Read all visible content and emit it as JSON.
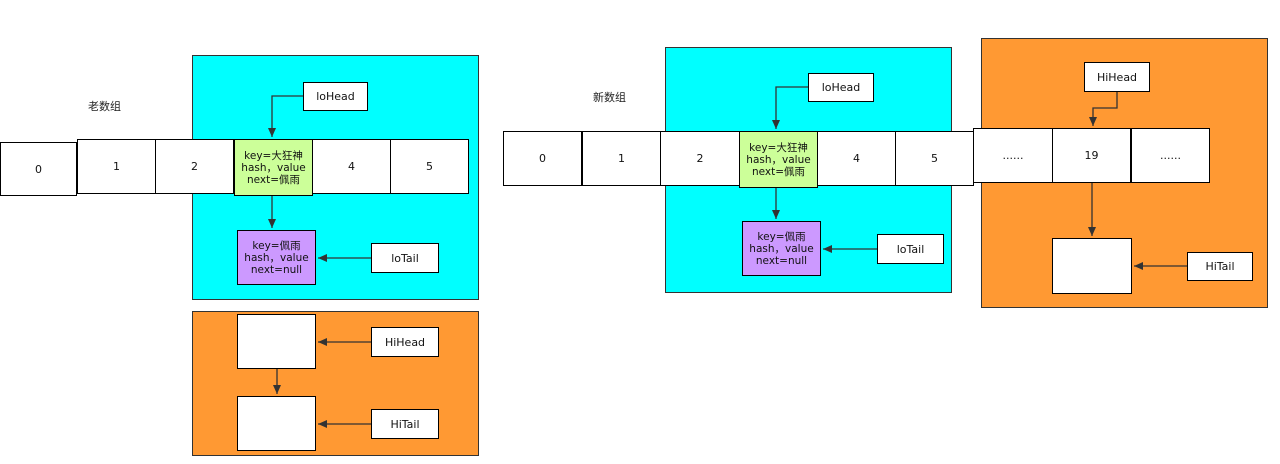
{
  "old_array": {
    "label": "老数组",
    "cells": [
      "0",
      "1",
      "2",
      "",
      "4",
      "5"
    ],
    "bucket_node": "key=大狂神\nhash，value\nnext=佩雨",
    "lo_node": "key=佩雨\nhash，value\nnext=null",
    "lo_head": "loHead",
    "lo_tail": "loTail",
    "hi_head": "HiHead",
    "hi_tail": "HiTail"
  },
  "new_array": {
    "label": "新数组",
    "cells": [
      "0",
      "1",
      "2",
      "",
      "4",
      "5",
      "......",
      "19",
      "......"
    ],
    "bucket_node": "key=大狂神\nhash，value\nnext=佩雨",
    "lo_node": "key=佩雨\nhash，value\nnext=null",
    "lo_head": "loHead",
    "lo_tail": "loTail",
    "hi_head": "HiHead",
    "hi_tail": "HiTail"
  },
  "colors": {
    "lo_region": "#00ffff",
    "hi_region": "#ff9933",
    "bucket_node": "#ccff99",
    "lo_node": "#cc99ff"
  }
}
